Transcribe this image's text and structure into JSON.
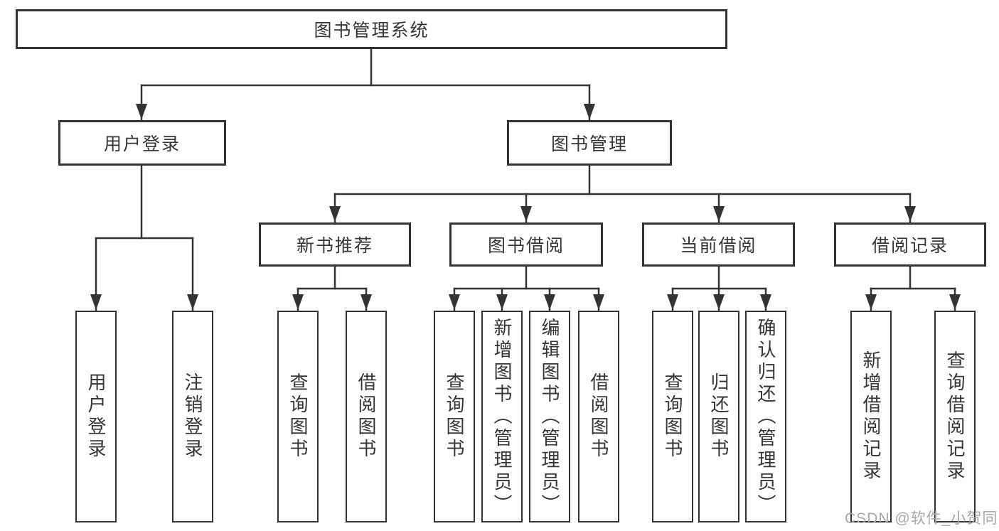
{
  "diagram": {
    "type": "hierarchy-tree",
    "root": "图书管理系统",
    "level2": [
      {
        "label": "用户登录",
        "children": [
          "用户登录",
          "注销登录"
        ]
      },
      {
        "label": "图书管理",
        "groups": [
          {
            "label": "新书推荐",
            "children": [
              "查询图书",
              "借阅图书"
            ]
          },
          {
            "label": "图书借阅",
            "children": [
              "查询图书",
              "新增图书（管理员）",
              "编辑图书（管理员）",
              "借阅图书"
            ]
          },
          {
            "label": "当前借阅",
            "children": [
              "查询图书",
              "归还图书",
              "确认归还（管理员）"
            ]
          },
          {
            "label": "借阅记录",
            "children": [
              "新增借阅记录",
              "查询借阅记录"
            ]
          }
        ]
      }
    ]
  },
  "watermark": "CSDN @软件_小贺同学",
  "colors": {
    "line": "#333333",
    "text": "#363636",
    "background": "#ffffff",
    "watermark": "#a8a8a8"
  }
}
